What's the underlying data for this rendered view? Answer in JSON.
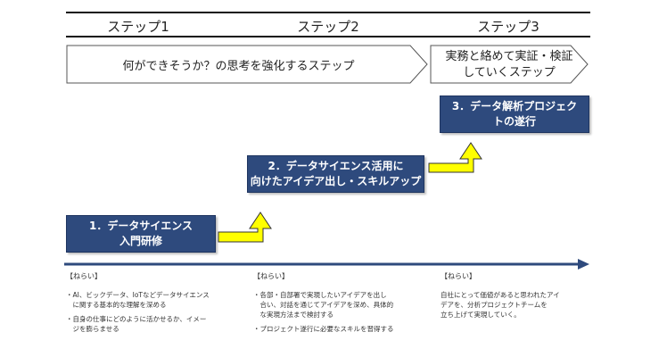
{
  "steps": [
    "ステップ1",
    "ステップ2",
    "ステップ3"
  ],
  "banner_left": "何ができそうか？の思考を強化するステップ",
  "banner_right": [
    "実務と絡めて実証・検証",
    "していくステップ"
  ],
  "phases": [
    {
      "label": [
        "1．データサイエンス",
        "入門研修"
      ]
    },
    {
      "label": [
        "2．データサイエンス活用に",
        "向けたアイデア出し・スキルアップ"
      ]
    },
    {
      "label": [
        "3．データ解析プロジェク",
        "トの遂行"
      ]
    }
  ],
  "aims": [
    {
      "heading": "【ねらい】",
      "bullets": [
        [
          "・AI、ビックデータ、IoTなどデータサイエンス",
          "　に関する基本的な理解を深める"
        ],
        [
          "・自身の仕事にどのように活かせるか、イメー",
          "　ジを膨らませる"
        ]
      ]
    },
    {
      "heading": "【ねらい】",
      "bullets": [
        [
          "・各部・自部署で実現したいアイデアを出し",
          "　合い、対話を通じてアイデアを深め、具体的",
          "　な実現方法まで検討する"
        ],
        [
          "・プロジェクト遂行に必要なスキルを習得する"
        ]
      ]
    },
    {
      "heading": "【ねらい】",
      "bullets": [
        [
          "自社にとって価値があると思われたアイ",
          "デアを、分析プロジェクトチームを",
          "立ち上げて実現していく。"
        ]
      ]
    }
  ],
  "colors": {
    "phase_box": "#2e4a7d",
    "timeline": "#2e4a7d",
    "yellow_arrow": "#ffff00"
  }
}
